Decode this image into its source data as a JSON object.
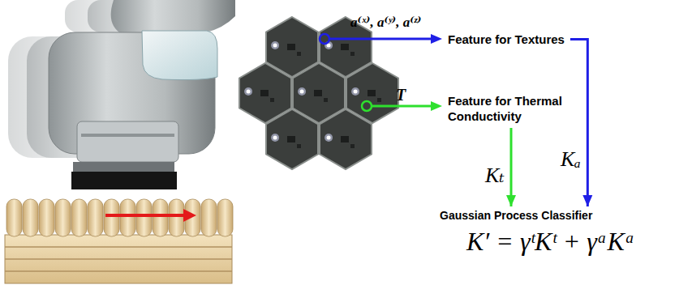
{
  "diagram": {
    "nodes": [
      {
        "text": [
          "Feature for Textures"
        ]
      },
      {
        "text": [
          "Feature for Thermal Conductivity"
        ]
      },
      {
        "text": [
          "Gaussian Process Classifier"
        ]
      }
    ],
    "edges": [
      {
        "from": 0,
        "to": 2,
        "arrow": "to",
        "label": "Kₐ"
      },
      {
        "from": 1,
        "to": 2,
        "arrow": "to",
        "label": "Kₜ"
      }
    ],
    "labels": [
      "a⁽ˣ⁾, a⁽ʸ⁾, a⁽ᶻ⁾",
      "T",
      "K′ = γᵗKᵗ + γᵃKᵃ"
    ]
  }
}
